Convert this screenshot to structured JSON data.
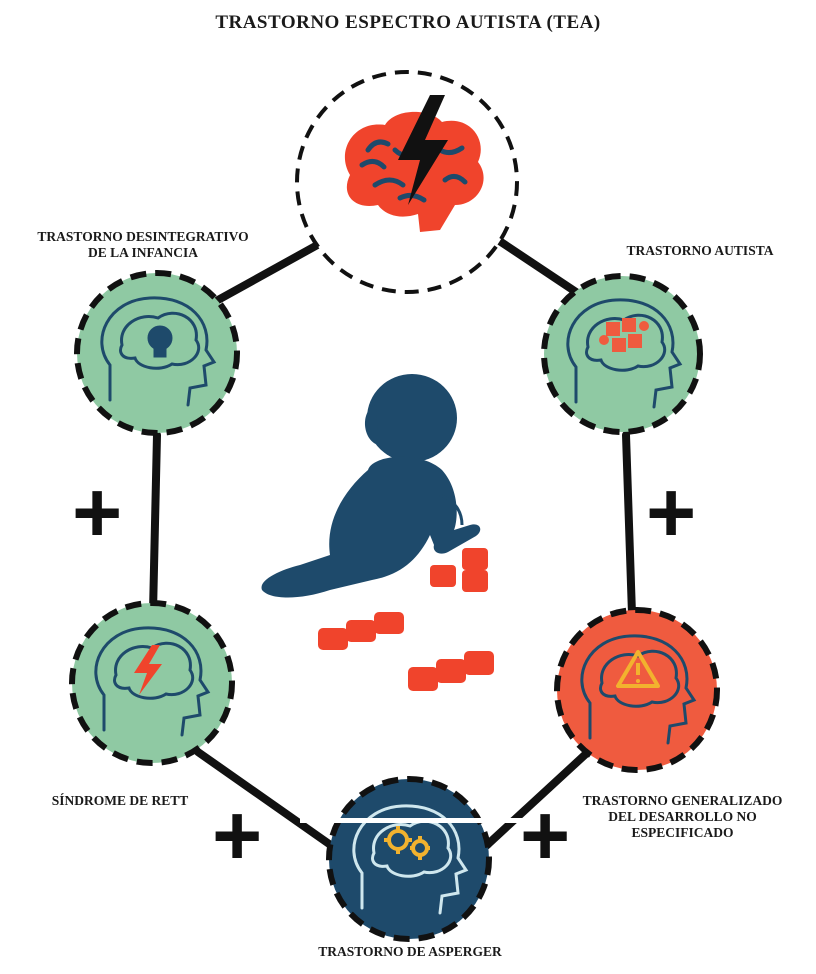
{
  "title": "TRASTORNO ESPECTRO AUTISTA (TEA)",
  "nodes": {
    "desintegrativo": {
      "label": "TRASTORNO DESINTEGRATIVO\nDE LA INFANCIA",
      "icon": "brain-bulb-icon"
    },
    "autista": {
      "label": "TRASTORNO AUTISTA",
      "icon": "brain-puzzle-icon"
    },
    "rett": {
      "label": "SÍNDROME DE RETT",
      "icon": "brain-lightning-icon"
    },
    "tgd": {
      "label": "TRASTORNO GENERALIZADO\nDEL DESARROLLO NO\nESPECIFICADO",
      "icon": "brain-warning-icon"
    },
    "asperger": {
      "label": "TRASTORNO DE ASPERGER",
      "icon": "brain-gears-icon"
    },
    "center": {
      "icon": "brain-lightning-icon"
    }
  },
  "plus_sign": "+",
  "colors": {
    "green": "#8fc9a3",
    "orange": "#ef5b3f",
    "navy": "#1e4a6b",
    "red": "#f0442c",
    "line": "#111111",
    "yellow": "#f2b22e"
  },
  "illustration": "child-playing-blocks"
}
